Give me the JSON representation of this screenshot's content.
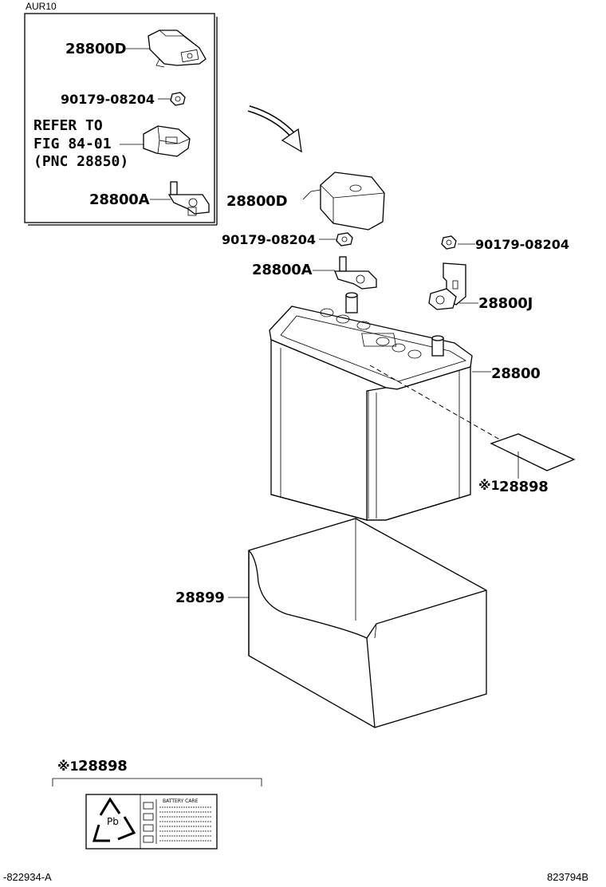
{
  "model_code": "AUR10",
  "inset": {
    "cover_label": "28800D",
    "nut_label": "90179-08204",
    "refer_line1": "REFER TO",
    "refer_line2": "FIG 84-01",
    "refer_line3": "(PNC 28850)",
    "terminal_label": "28800A"
  },
  "parts": {
    "cover": "28800D",
    "nut_left": "90179-08204",
    "nut_right": "90179-08204",
    "terminal_pos": "28800A",
    "terminal_neg": "28800J",
    "battery": "28800",
    "label": "28898",
    "label_marker": "※1",
    "tray": "28899"
  },
  "label_detail": {
    "marker": "※1",
    "part": "28898",
    "recycle_text": "Pb",
    "panel_title": "BATTERY  CARE"
  },
  "footer": {
    "left": "-822934-A",
    "right": "823794B"
  },
  "icons": [
    "recycle-icon",
    "arrow-icon"
  ]
}
